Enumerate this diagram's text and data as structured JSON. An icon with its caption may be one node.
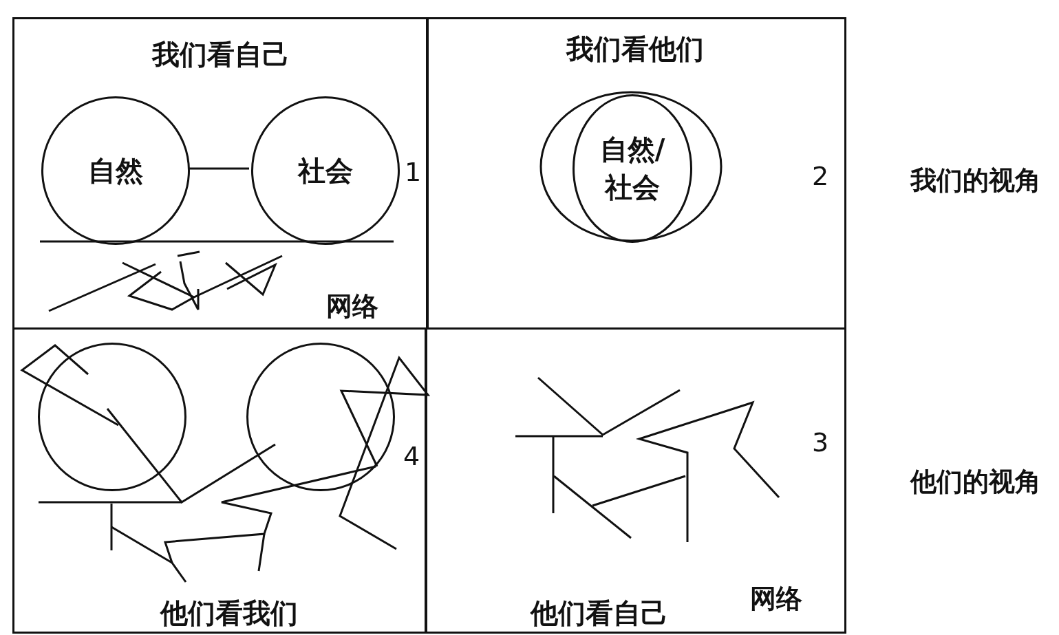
{
  "diagram": {
    "nodes": [
      {
        "text": [
          "我们看自己"
        ]
      },
      {
        "text": [
          "自然"
        ],
        "in": 0
      },
      {
        "text": [
          "社会"
        ],
        "in": 0
      },
      {
        "text": [
          "我们看他们"
        ]
      },
      {
        "text": [
          "自然/社会"
        ],
        "in": 3
      },
      {
        "text": [
          "他们看我们"
        ]
      },
      {
        "text": [],
        "shape": "circle",
        "in": 5
      },
      {
        "text": [],
        "shape": "circle",
        "in": 5
      },
      {
        "text": [
          "他们看自己"
        ]
      }
    ],
    "edges": [
      {
        "from": 1,
        "to": 2,
        "arrow": "none"
      }
    ],
    "labels": [
      "1",
      "2",
      "我们的视角",
      "网络",
      "4",
      "3",
      "他们的视角",
      "网络"
    ]
  }
}
